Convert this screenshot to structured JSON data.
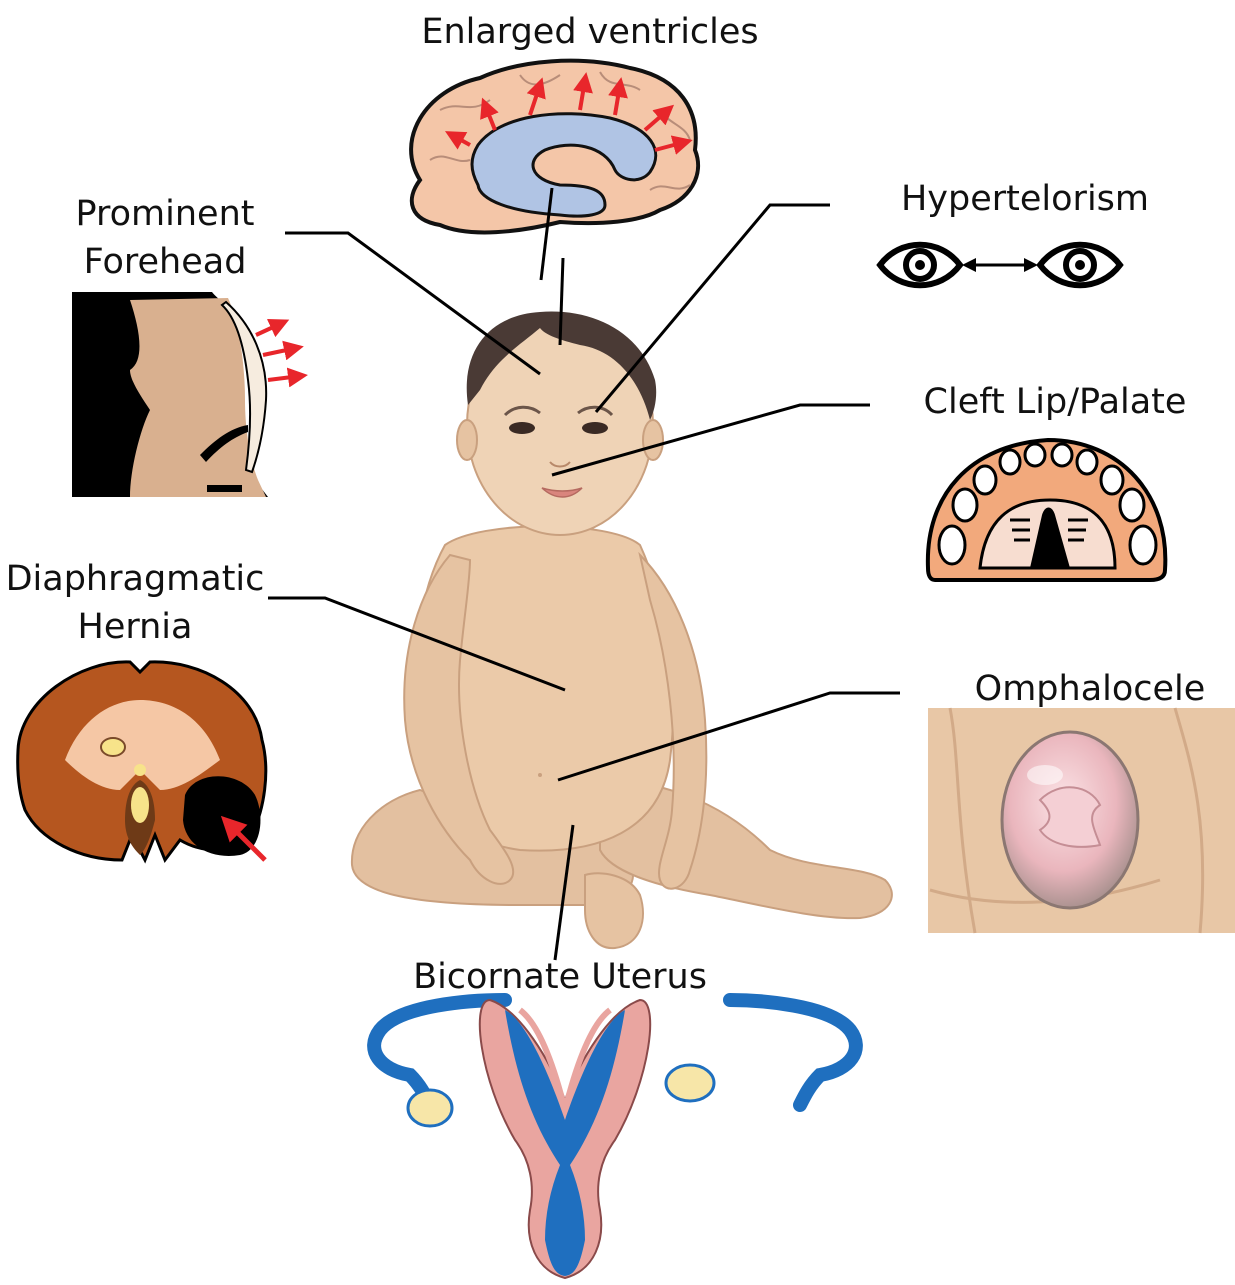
{
  "labels": {
    "enlarged_ventricles": "Enlarged ventricles",
    "hypertelorism": "Hypertelorism",
    "prominent_forehead_line1": "Prominent",
    "prominent_forehead_line2": "Forehead",
    "cleft_lip_palate": "Cleft Lip/Palate",
    "diaphragmatic_hernia_line1": "Diaphragmatic",
    "diaphragmatic_hernia_line2": "Hernia",
    "omphalocele": "Omphalocele",
    "bicornate_uterus": "Bicornate Uterus"
  },
  "colors": {
    "background": "#ffffff",
    "leader_line": "#000000",
    "arrow_red": "#e8262b",
    "skin": "#e8c8a8",
    "skin_shadow": "#c9a07f",
    "hair": "#4a3a35",
    "brain": "#f4c6a8",
    "ventricle": "#b0c4e4",
    "palate": "#f2a97c",
    "hernia_brown": "#b5561f",
    "hernia_inner": "#f5c7a5",
    "uterus_pink": "#e9a5a0",
    "uterus_blue": "#1f6fbf",
    "ovary": "#f7e6a8"
  },
  "icons": [
    "brain-icon",
    "eye-icon",
    "forehead-profile-icon",
    "palate-icon",
    "diaphragm-icon",
    "omphalocele-icon",
    "uterus-icon",
    "baby-illustration"
  ]
}
